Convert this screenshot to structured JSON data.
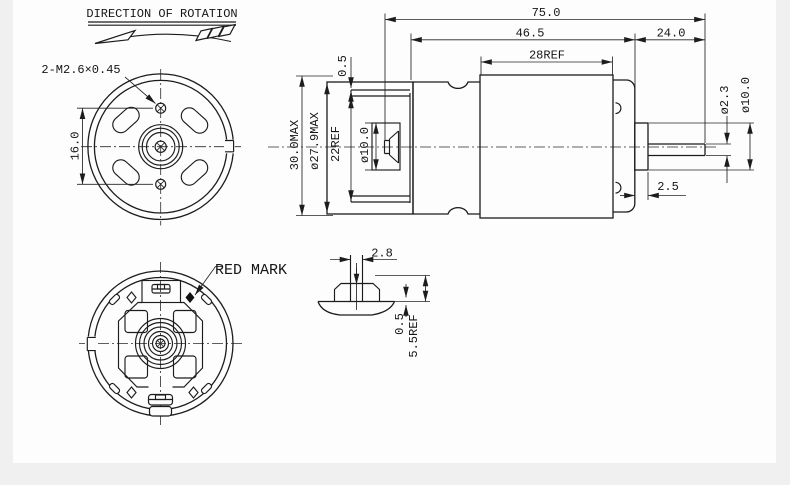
{
  "drawing_type": "gear motor dimension drawing",
  "labels": {
    "direction_note": "DIRECTION OF ROTATION",
    "screw_spec": "2-M2.6×0.45",
    "hole_spacing": "16.0",
    "total_length": "75.0",
    "gearbox_length": "46.5",
    "shaft_length": "24.0",
    "motor_length": "28REF",
    "strap_thickness": "0.5",
    "height_max": "30.0MAX",
    "body_dia_max": "ø27.9MAX",
    "ref_22": "22REF",
    "front_boss_dia": "ø10.0",
    "rear_shaft_dia": "ø2.3",
    "rear_boss_dia": "ø10.0",
    "boss_protrusion": "2.5",
    "red_mark": "RED MARK",
    "key_width": "2.8",
    "lip_thickness": "0.5",
    "boss_height": "5.5REF"
  },
  "colors": {
    "line": "#1c1c1c",
    "background": "#fdfdfd",
    "page_margin": "#f0f0f0"
  }
}
